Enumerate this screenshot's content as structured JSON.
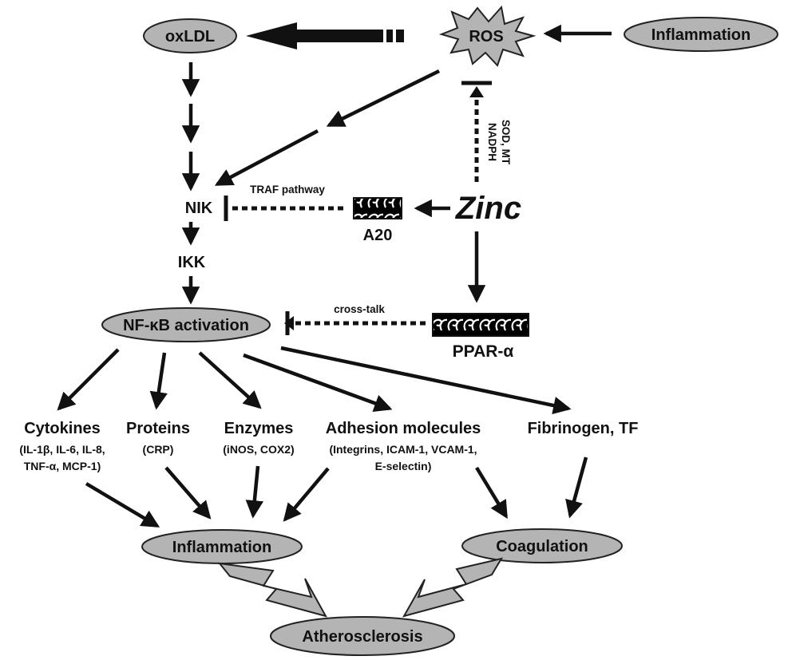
{
  "nodes": {
    "oxldl": "oxLDL",
    "ros": "ROS",
    "inflammation_top": "Inflammation",
    "nik": "NIK",
    "ikk": "IKK",
    "nfkb": "NF-κB activation",
    "zinc": "Zinc",
    "a20": "A20",
    "ppar": "PPAR-α",
    "inflammation_bottom": "Inflammation",
    "coagulation": "Coagulation",
    "atherosclerosis": "Atherosclerosis"
  },
  "edge_labels": {
    "traf": "TRAF pathway",
    "crosstalk": "cross-talk",
    "sod_mt": "SOD, MT",
    "nadph": "NADPH"
  },
  "products": [
    {
      "title": "Cytokines",
      "details": [
        "(IL-1β, IL-6, IL-8,",
        "TNF-α, MCP-1)"
      ]
    },
    {
      "title": "Proteins",
      "details": [
        "(CRP)"
      ]
    },
    {
      "title": "Enzymes",
      "details": [
        "(iNOS, COX2)"
      ]
    },
    {
      "title": "Adhesion molecules",
      "details": [
        "(Integrins, ICAM-1, VCAM-1,",
        "E-selectin)"
      ]
    },
    {
      "title": "Fibrinogen, TF",
      "details": []
    }
  ],
  "colors": {
    "node_fill": "#b4b4b4",
    "ink": "#111111"
  }
}
